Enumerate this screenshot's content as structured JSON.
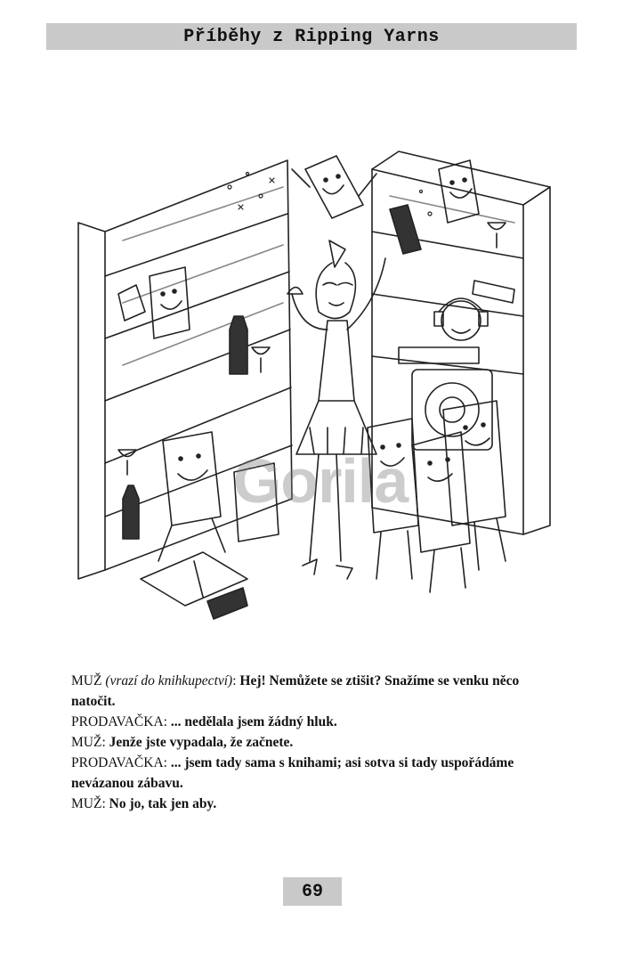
{
  "header": {
    "title": "Příběhy z Ripping Yarns"
  },
  "illustration": {
    "watermark": "Gorila"
  },
  "dialogue": [
    {
      "speaker": "MUŽ",
      "stage": " (vrazí do knihkupectví)",
      "colon": ": ",
      "speech": "Hej! Nemůžete se ztišit? Snažíme se venku něco natočit."
    },
    {
      "speaker": "PRODAVAČKA",
      "stage": "",
      "colon": ": ",
      "speech": "... nedělala jsem žádný hluk."
    },
    {
      "speaker": "MUŽ",
      "stage": "",
      "colon": ": ",
      "speech": "Jenže jste vypadala, že začnete."
    },
    {
      "speaker": "PRODAVAČKA",
      "stage": "",
      "colon": ": ",
      "speech": "... jsem tady sama s knihami; asi sotva si tady uspořádáme nevázanou zábavu."
    },
    {
      "speaker": "MUŽ",
      "stage": "",
      "colon": ": ",
      "speech": "No jo, tak jen aby."
    }
  ],
  "footer": {
    "page_number": "69"
  }
}
